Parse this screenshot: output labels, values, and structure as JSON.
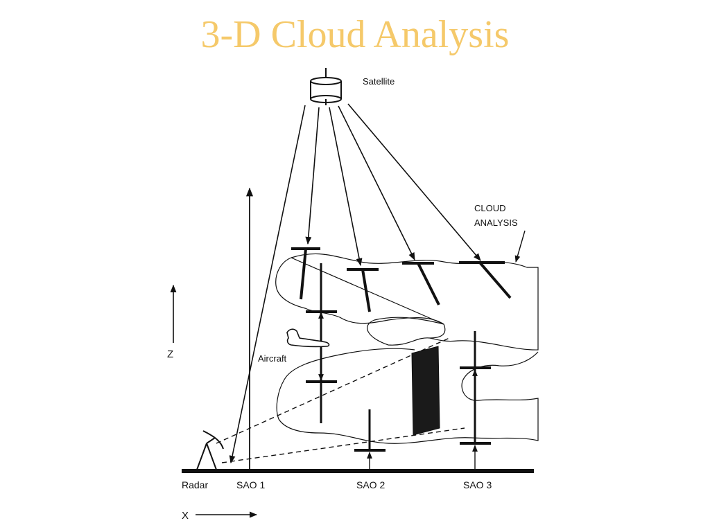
{
  "title": "3-D Cloud Analysis",
  "diagram": {
    "labels": {
      "satellite": "Satellite",
      "cloud_analysis_line1": "CLOUD",
      "cloud_analysis_line2": "ANALYSIS",
      "aircraft": "Aircraft",
      "radar": "Radar",
      "sao1": "SAO 1",
      "sao2": "SAO 2",
      "sao3": "SAO 3",
      "z_axis": "Z",
      "x_axis": "X"
    }
  },
  "colors": {
    "title": "#f5c96a",
    "ink": "#111111",
    "background": "#ffffff"
  }
}
